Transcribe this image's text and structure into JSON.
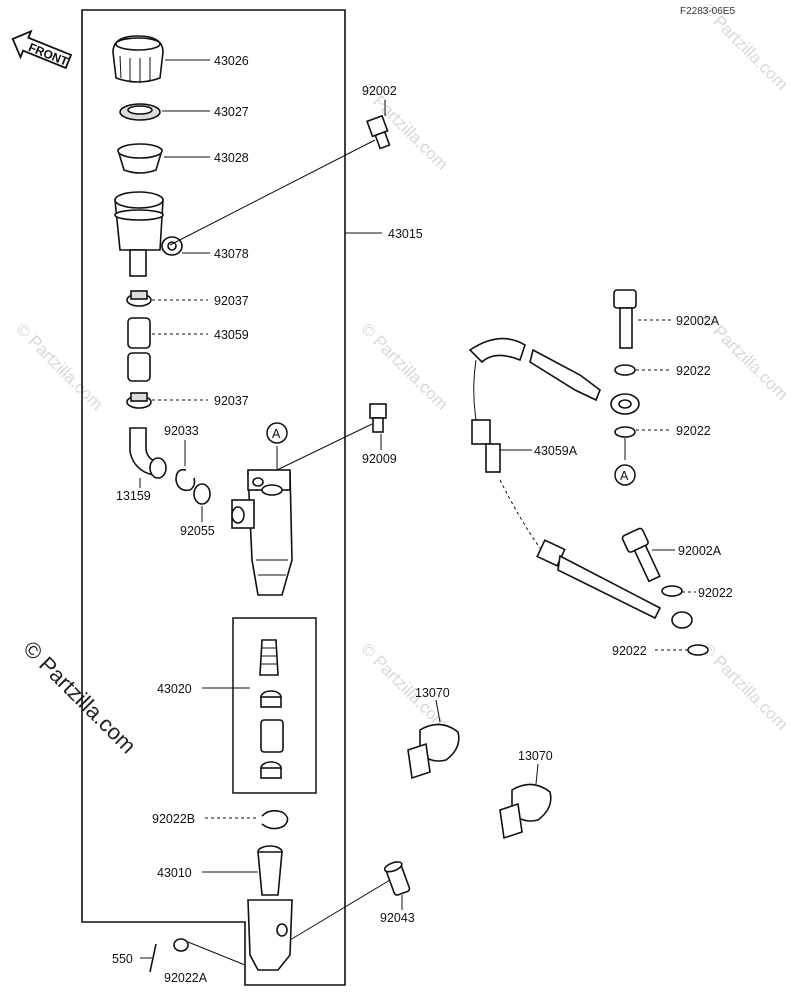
{
  "diagram": {
    "drawing_code": "F2283-06E5",
    "front_label": "FRONT",
    "watermark": "© Partzilla.com",
    "labels": {
      "43026": "43026",
      "43027": "43027",
      "43028": "43028",
      "43078": "43078",
      "92002": "92002",
      "43015": "43015",
      "92037a": "92037",
      "43059": "43059",
      "92037b": "92037",
      "92033": "92033",
      "13159": "13159",
      "92055": "92055",
      "92009": "92009",
      "a1": "A",
      "43020": "43020",
      "92022B": "92022B",
      "43010": "43010",
      "92043": "92043",
      "550": "550",
      "92022A_bottom": "92022A",
      "92002A_top": "92002A",
      "92022_1": "92022",
      "92022_2": "92022",
      "a2": "A",
      "43059A": "43059A",
      "92002A_mid": "92002A",
      "92022_3": "92022",
      "92022_4": "92022",
      "13070a": "13070",
      "13070b": "13070"
    }
  }
}
